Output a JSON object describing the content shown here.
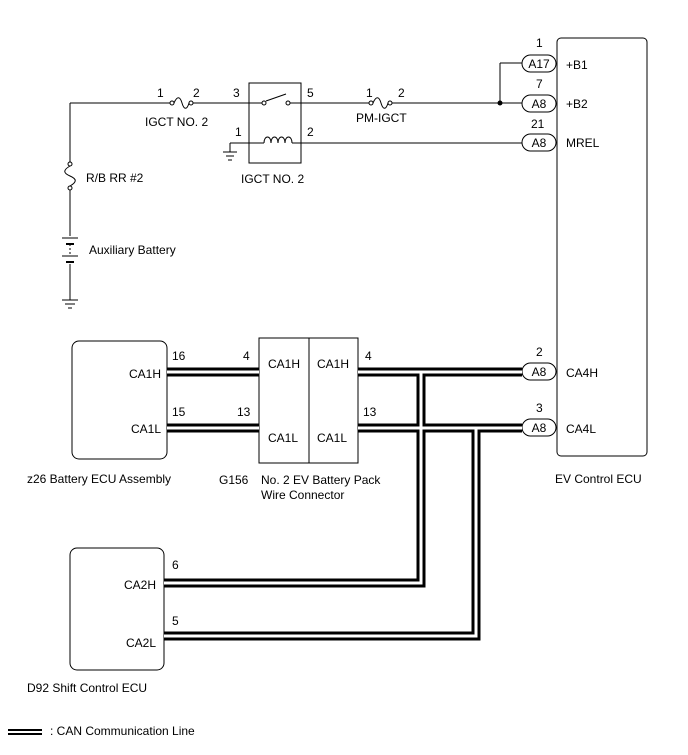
{
  "components": {
    "ev_ecu": {
      "name": "EV Control ECU",
      "pins": {
        "b1": "+B1",
        "b2": "+B2",
        "mrel": "MREL",
        "ca4h": "CA4H",
        "ca4l": "CA4L"
      }
    },
    "battery_ecu": {
      "name": "z26  Battery ECU Assembly",
      "pins": {
        "ca1h": "CA1H",
        "ca1l": "CA1L"
      }
    },
    "connector": {
      "id": "G156",
      "name_line1": "No. 2 EV Battery Pack",
      "name_line2": "Wire Connector",
      "left_h": "CA1H",
      "left_l": "CA1L",
      "right_h": "CA1H",
      "right_l": "CA1L"
    },
    "shift_ecu": {
      "name": "D92   Shift Control ECU",
      "pins": {
        "ca2h": "CA2H",
        "ca2l": "CA2L"
      }
    },
    "relay": {
      "name": "IGCT NO. 2"
    },
    "fuse_igct": {
      "name": "IGCT NO. 2"
    },
    "fuse_pm": {
      "name": "PM-IGCT"
    },
    "fuse_rb": {
      "name": "R/B RR #2"
    },
    "battery": {
      "name": "Auxiliary Battery"
    }
  },
  "connector_badges": {
    "a17": "A17",
    "a8_b2": "A8",
    "a8_mrel": "A8",
    "a8_ca4h": "A8",
    "a8_ca4l": "A8"
  },
  "pin_numbers": {
    "ecu_b1": "1",
    "ecu_b2": "7",
    "ecu_mrel": "21",
    "ecu_ca4h": "2",
    "ecu_ca4l": "3",
    "fuse_igct_1": "1",
    "fuse_igct_2": "2",
    "relay_3": "3",
    "relay_5": "5",
    "relay_1": "1",
    "relay_2": "2",
    "fuse_pm_1": "1",
    "fuse_pm_2": "2",
    "batt_ca1h": "16",
    "batt_ca1l": "15",
    "conn_left_h": "4",
    "conn_left_l": "13",
    "conn_right_h": "4",
    "conn_right_l": "13",
    "shift_ca2h": "6",
    "shift_ca2l": "5"
  },
  "legend": {
    "label": ": CAN Communication Line"
  }
}
